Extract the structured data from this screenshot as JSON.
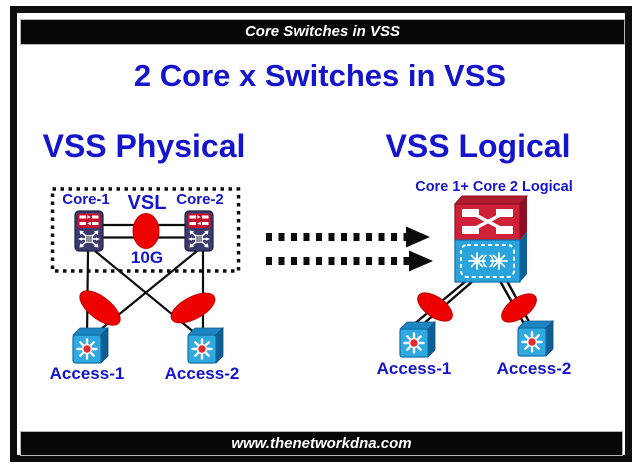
{
  "window": {
    "top_banner": "Core Switches in VSS",
    "bottom_banner": "www.thenetworkdna.com"
  },
  "title": "2 Core x Switches in VSS",
  "physical": {
    "heading": "VSS Physical",
    "core1": "Core-1",
    "core2": "Core-2",
    "vsl": "VSL",
    "vsl_speed": "10G",
    "access1": "Access-1",
    "access2": "Access-2"
  },
  "logical": {
    "heading": "VSS Logical",
    "combined_core": "Core 1+ Core 2 Logical",
    "access1": "Access-1",
    "access2": "Access-2"
  },
  "colors": {
    "text_blue": "#1414CC",
    "bundle_red": "#EC0000",
    "access_cyan": "#2FA9E0",
    "core_navy": "#3A3A6E",
    "chassis_red": "#D02038",
    "banner_black": "#070707"
  },
  "icons": {
    "core_switch": "multilayer-core-switch-icon",
    "access_switch": "access-switch-icon",
    "logical_chassis": "vss-logical-switch-icon",
    "ether_channel": "etherchannel-oval",
    "vsl_link": "vsl-oval",
    "transition_arrow": "dashed-right-arrow"
  }
}
